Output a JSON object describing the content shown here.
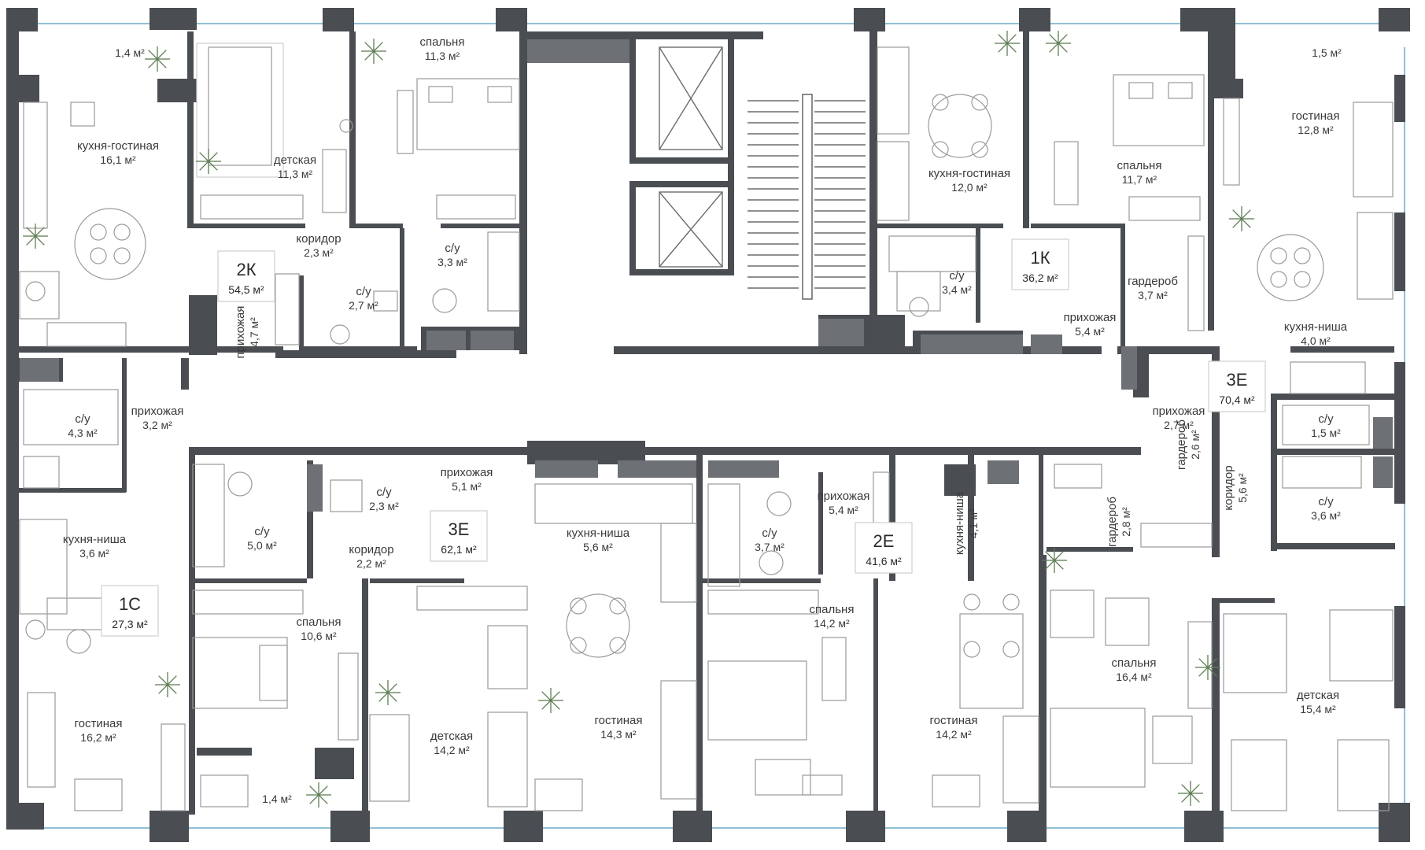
{
  "floor_plan": {
    "apartments": [
      {
        "code": "2К",
        "area": "54,5 м²"
      },
      {
        "code": "1К",
        "area": "36,2 м²"
      },
      {
        "code": "3Е",
        "area": "70,4 м²"
      },
      {
        "code": "1С",
        "area": "27,3 м²"
      },
      {
        "code": "3Е",
        "area": "62,1 м²"
      },
      {
        "code": "2Е",
        "area": "41,6 м²"
      }
    ],
    "rooms": [
      {
        "name": "",
        "area": "1,4 м²"
      },
      {
        "name": "кухня-гостиная",
        "area": "16,1 м²"
      },
      {
        "name": "детская",
        "area": "11,3 м²"
      },
      {
        "name": "спальня",
        "area": "11,3 м²"
      },
      {
        "name": "коридор",
        "area": "2,3 м²"
      },
      {
        "name": "с/у",
        "area": "3,3 м²"
      },
      {
        "name": "с/у",
        "area": "2,7 м²"
      },
      {
        "name": "прихожая",
        "area": "4,7 м²"
      },
      {
        "name": "кухня-гостиная",
        "area": "12,0 м²"
      },
      {
        "name": "спальня",
        "area": "11,7 м²"
      },
      {
        "name": "",
        "area": "1,5 м²"
      },
      {
        "name": "гостиная",
        "area": "12,8 м²"
      },
      {
        "name": "с/у",
        "area": "3,4 м²"
      },
      {
        "name": "прихожая",
        "area": "5,4 м²"
      },
      {
        "name": "гардероб",
        "area": "3,7 м²"
      },
      {
        "name": "кухня-ниша",
        "area": "4,0 м²"
      },
      {
        "name": "прихожая",
        "area": "2,7 м²"
      },
      {
        "name": "с/у",
        "area": "1,5 м²"
      },
      {
        "name": "гардероб",
        "area": "2,6 м²"
      },
      {
        "name": "коридор",
        "area": "5,6 м²"
      },
      {
        "name": "гардероб",
        "area": "2,8 м²"
      },
      {
        "name": "с/у",
        "area": "3,6 м²"
      },
      {
        "name": "с/у",
        "area": "4,3 м²"
      },
      {
        "name": "прихожая",
        "area": "3,2 м²"
      },
      {
        "name": "кухня-ниша",
        "area": "3,6 м²"
      },
      {
        "name": "гостиная",
        "area": "16,2 м²"
      },
      {
        "name": "с/у",
        "area": "5,0 м²"
      },
      {
        "name": "с/у",
        "area": "2,3 м²"
      },
      {
        "name": "коридор",
        "area": "2,2 м²"
      },
      {
        "name": "прихожая",
        "area": "5,1 м²"
      },
      {
        "name": "кухня-ниша",
        "area": "5,6 м²"
      },
      {
        "name": "спальня",
        "area": "10,6 м²"
      },
      {
        "name": "",
        "area": "1,4 м²"
      },
      {
        "name": "детская",
        "area": "14,2 м²"
      },
      {
        "name": "гостиная",
        "area": "14,3 м²"
      },
      {
        "name": "с/у",
        "area": "3,7 м²"
      },
      {
        "name": "прихожая",
        "area": "5,4 м²"
      },
      {
        "name": "кухня-ниша",
        "area": "4,1 м²"
      },
      {
        "name": "спальня",
        "area": "14,2 м²"
      },
      {
        "name": "гостиная",
        "area": "14,2 м²"
      },
      {
        "name": "спальня",
        "area": "16,4 м²"
      },
      {
        "name": "детская",
        "area": "15,4 м²"
      }
    ]
  }
}
